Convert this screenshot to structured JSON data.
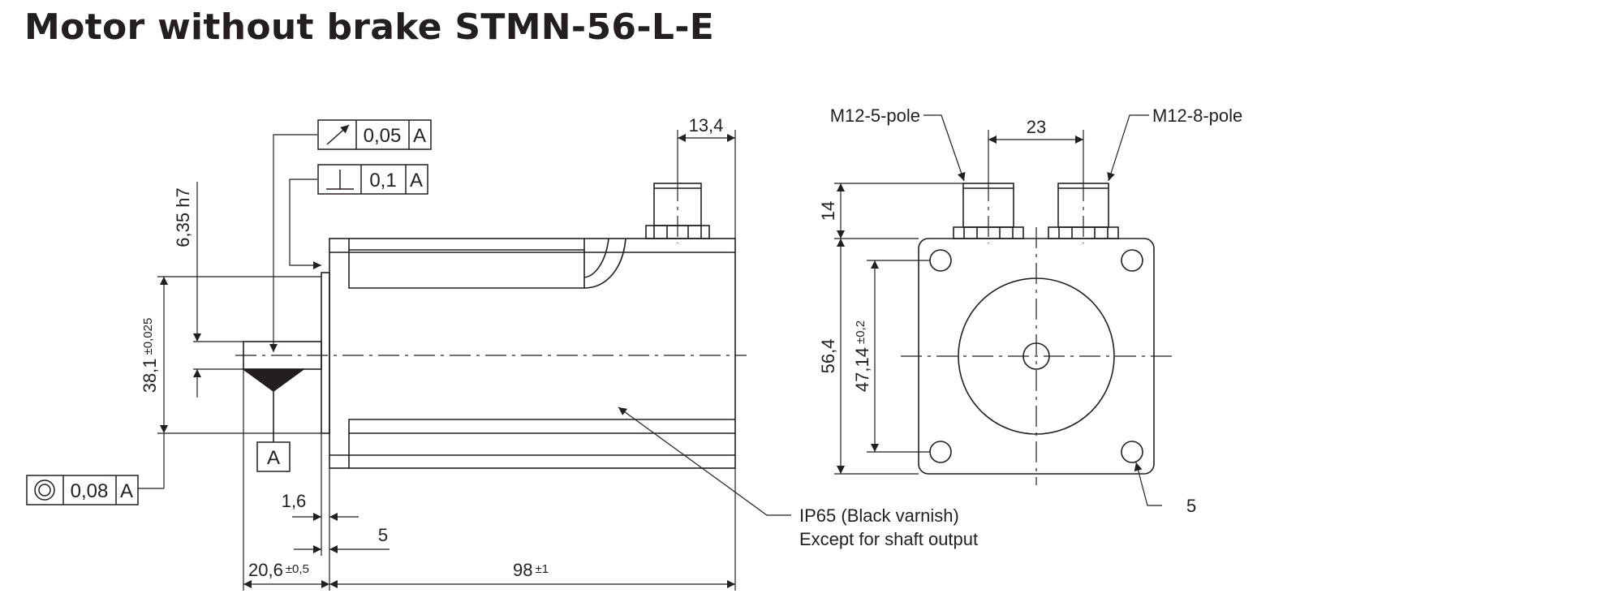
{
  "title": "Motor without brake STMN-56-L-E",
  "tolerance_frames": {
    "runout": {
      "symbol": "runout-arrow-icon",
      "value": "0,05",
      "datum": "A"
    },
    "perpendicularity": {
      "symbol": "perpendicularity-icon",
      "value": "0,1",
      "datum": "A"
    },
    "concentricity": {
      "symbol": "concentricity-icon",
      "value": "0,08",
      "datum": "A"
    }
  },
  "datum_label": "A",
  "side_view": {
    "dim_connector_offset": "13,4",
    "dim_shaft_diameter": "6,35 h7",
    "dim_pilot_diameter": "38,1",
    "dim_pilot_tolerance": "±0,025",
    "dim_flange_thickness": "1,6",
    "dim_pilot_depth": "5",
    "dim_shaft_length": "20,6",
    "dim_shaft_tolerance": "±0,5",
    "dim_body_length": "98",
    "dim_body_tolerance": "±1"
  },
  "front_view": {
    "connector_left": "M12-5-pole",
    "connector_right": "M12-8-pole",
    "dim_connector_spacing": "23",
    "dim_connector_height": "14",
    "dim_flange_size": "56,4",
    "dim_hole_spacing": "47,14",
    "dim_hole_tolerance": "±0,2",
    "dim_hole_diameter": "5"
  },
  "note_line1": "IP65 (Black varnish)",
  "note_line2": "Except for shaft output"
}
